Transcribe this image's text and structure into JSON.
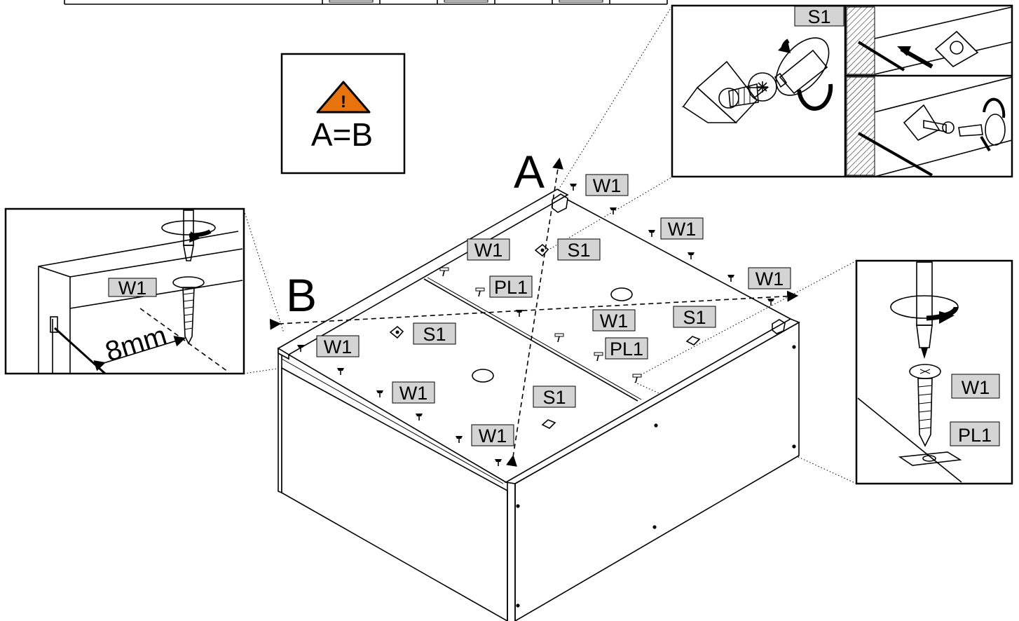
{
  "warning": {
    "icon": "warning-triangle-icon",
    "equation": "A=B",
    "accent": "#e8730c"
  },
  "diagonals": {
    "a": "A",
    "b": "B"
  },
  "measurement": "8mm",
  "parts": {
    "w1": "W1",
    "s1": "S1",
    "pl1": "PL1"
  },
  "colors": {
    "label_fill": "#d4d4d4",
    "line": "#000000",
    "background": "#ffffff"
  },
  "detail_panels": [
    {
      "name": "corner-bracket-detail",
      "labels": [
        "S1"
      ]
    },
    {
      "name": "edge-screw-detail",
      "labels": [
        "W1"
      ],
      "measurement": "8mm"
    },
    {
      "name": "plate-screw-detail",
      "labels": [
        "W1",
        "PL1"
      ]
    }
  ]
}
